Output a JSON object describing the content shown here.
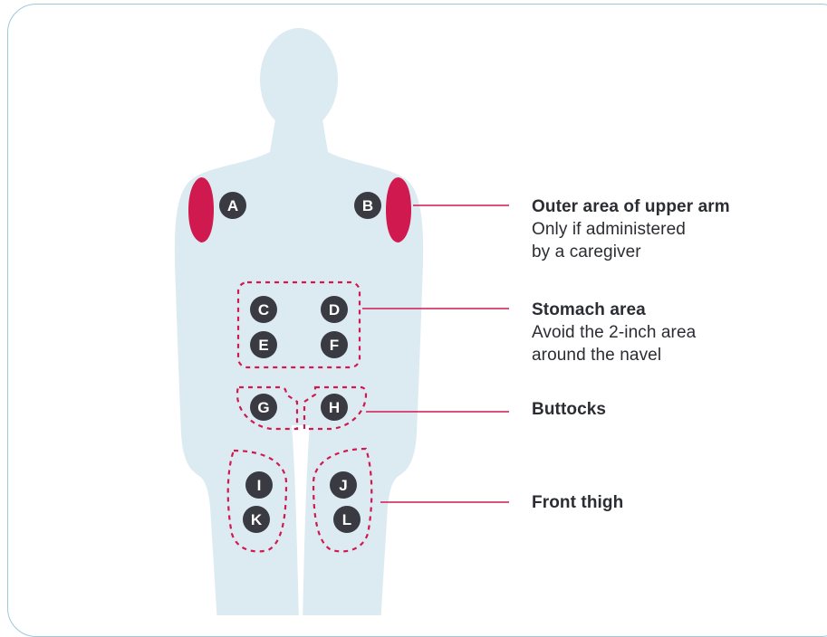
{
  "colors": {
    "body": "#dcebf2",
    "highlight": "#d0194f",
    "zone_border": "#d0194f",
    "badge": "#3a3b42",
    "leader": "#d0194f",
    "frame": "#9ec9d8"
  },
  "sites": {
    "A": "A",
    "B": "B",
    "C": "C",
    "D": "D",
    "E": "E",
    "F": "F",
    "G": "G",
    "H": "H",
    "I": "I",
    "J": "J",
    "K": "K",
    "L": "L"
  },
  "labels": {
    "arm": {
      "title": "Outer area of upper arm",
      "desc_line1": "Only if administered",
      "desc_line2": "by a caregiver"
    },
    "stomach": {
      "title": "Stomach area",
      "desc_line1": "Avoid the 2-inch area",
      "desc_line2": "around the navel"
    },
    "buttocks": {
      "title": "Buttocks"
    },
    "thigh": {
      "title": "Front thigh"
    }
  }
}
